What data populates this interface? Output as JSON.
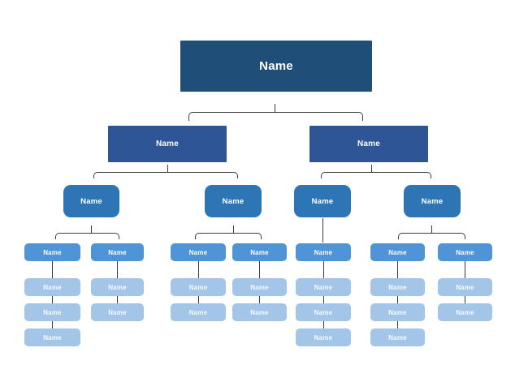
{
  "colors": {
    "level1": "#1F4E79",
    "level2": "#2E5697",
    "level3": "#2E75B6",
    "level4": "#4F94D6",
    "level5": "#A2C5E8",
    "connector": "#3C3C3C"
  },
  "tree": {
    "label": "Name",
    "children": [
      {
        "label": "Name",
        "children": [
          {
            "label": "Name",
            "children": [
              {
                "label": "Name",
                "stack": [
                  "Name",
                  "Name",
                  "Name"
                ]
              },
              {
                "label": "Name",
                "stack": [
                  "Name",
                  "Name"
                ]
              }
            ]
          },
          {
            "label": "Name",
            "children": [
              {
                "label": "Name",
                "stack": [
                  "Name",
                  "Name"
                ]
              },
              {
                "label": "Name",
                "stack": [
                  "Name",
                  "Name"
                ]
              }
            ]
          }
        ]
      },
      {
        "label": "Name",
        "children": [
          {
            "label": "Name",
            "children": [
              {
                "label": "Name",
                "stack": [
                  "Name",
                  "Name",
                  "Name"
                ]
              }
            ]
          },
          {
            "label": "Name",
            "children": [
              {
                "label": "Name",
                "stack": [
                  "Name",
                  "Name",
                  "Name"
                ]
              },
              {
                "label": "Name",
                "stack": [
                  "Name",
                  "Name"
                ]
              }
            ]
          }
        ]
      }
    ]
  }
}
